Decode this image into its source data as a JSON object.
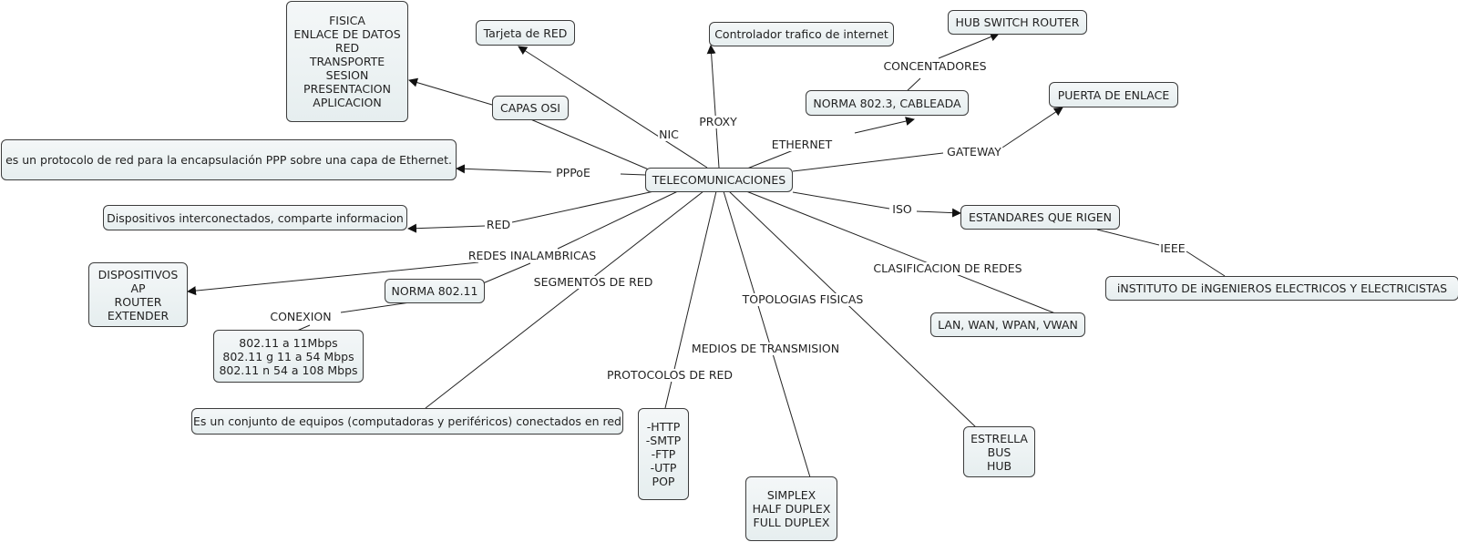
{
  "nodes": {
    "telecom": "TELECOMUNICACIONES",
    "osi_layers": [
      "FISICA",
      "ENLACE DE DATOS",
      "RED",
      "TRANSPORTE",
      "SESION",
      "PRESENTACION",
      "APLICACION"
    ],
    "tarjeta": "Tarjeta de RED",
    "controlador": "Controlador trafico de internet",
    "hub_switch": "HUB SWITCH ROUTER",
    "norma_8023": "NORMA 802.3, CABLEADA",
    "puerta": "PUERTA DE ENLACE",
    "capas_osi": "CAPAS OSI",
    "pppoe_def": "es un protocolo de red para la encapsulación PPP sobre una capa de Ethernet.",
    "dispositivos_inter": "Dispositivos interconectados, comparte informacion",
    "dispositivos_ap": [
      "DISPOSITIVOS",
      "AP",
      "ROUTER",
      "EXTENDER"
    ],
    "norma_80211": "NORMA 802.11",
    "velocidades": [
      "802.11 a 11Mbps",
      "802.11 g 11 a 54 Mbps",
      "802.11 n 54 a 108 Mbps"
    ],
    "conjunto": "Es un conjunto de equipos (computadoras y periféricos) conectados en red",
    "protocolos": [
      "-HTTP",
      "-SMTP",
      "-FTP",
      "-UTP",
      "POP"
    ],
    "duplex": [
      "SIMPLEX",
      "HALF DUPLEX",
      "FULL DUPLEX"
    ],
    "topologias": [
      "ESTRELLA",
      "BUS",
      "HUB"
    ],
    "lan": "LAN, WAN, WPAN, VWAN",
    "estandares": "ESTANDARES QUE RIGEN",
    "instituto": "iNSTITUTO DE iNGENIEROS ELECTRICOS Y ELECTRICISTAS"
  },
  "labels": {
    "nic": "NIC",
    "proxy": "PROXY",
    "concentadores": "CONCENTADORES",
    "ethernet": "ETHERNET",
    "gateway": "GATEWAY",
    "pppoe": "PPPoE",
    "red": "RED",
    "redes_inal": "REDES INALAMBRICAS",
    "segmentos": "SEGMENTOS DE RED",
    "conexion": "CONEXION",
    "iso": "ISO",
    "ieee": "IEEE",
    "clasificacion": "CLASIFICACION DE REDES",
    "topologias": "TOPOLOGIAS FISICAS",
    "medios": "MEDIOS DE TRANSMISION",
    "protocolos": "PROTOCOLOS DE RED"
  },
  "style": {
    "line_color": "#222222",
    "node_fill": "#e9f0f1",
    "node_border": "#3c3c3c"
  }
}
